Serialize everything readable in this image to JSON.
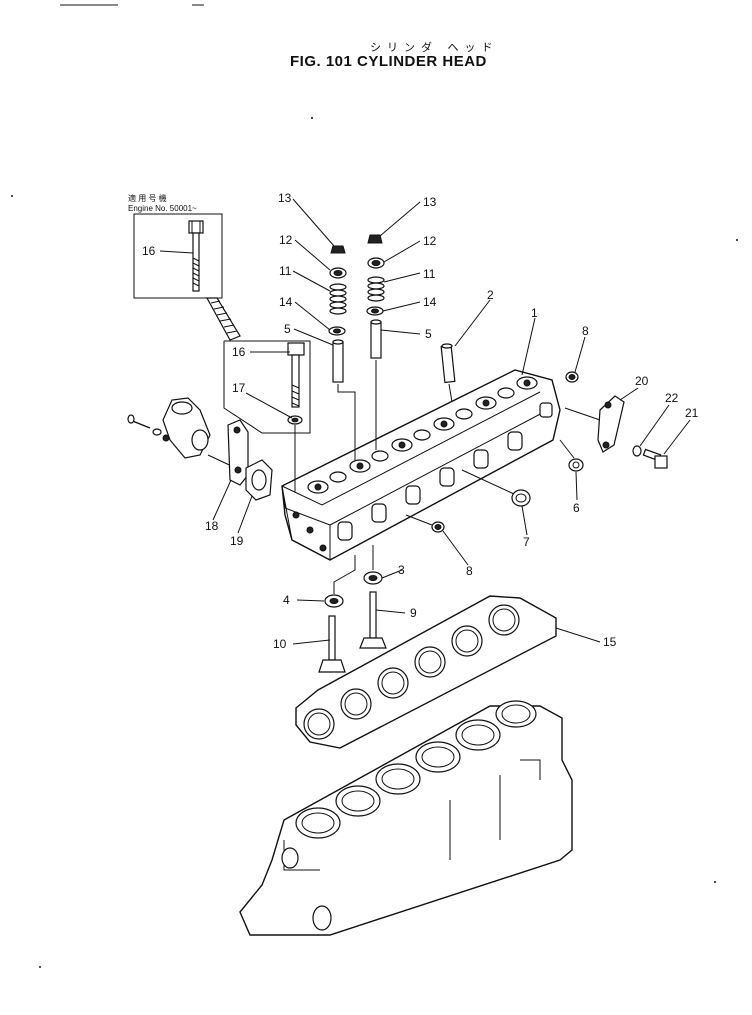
{
  "header": {
    "japanese_title": "シリンダ ヘッド",
    "figure_title": "FIG. 101 CYLINDER HEAD"
  },
  "inset": {
    "note_japanese": "適 用 号 機",
    "engine_number": "Engine No. 50001~"
  },
  "callouts": [
    {
      "id": "c-13-left",
      "label": "13"
    },
    {
      "id": "c-13-right",
      "label": "13"
    },
    {
      "id": "c-12-left",
      "label": "12"
    },
    {
      "id": "c-12-right",
      "label": "12"
    },
    {
      "id": "c-11-left",
      "label": "11"
    },
    {
      "id": "c-11-right",
      "label": "11"
    },
    {
      "id": "c-14-left",
      "label": "14"
    },
    {
      "id": "c-14-right",
      "label": "14"
    },
    {
      "id": "c-5-left",
      "label": "5"
    },
    {
      "id": "c-5-right",
      "label": "5"
    },
    {
      "id": "c-2",
      "label": "2"
    },
    {
      "id": "c-1",
      "label": "1"
    },
    {
      "id": "c-8-top",
      "label": "8"
    },
    {
      "id": "c-20",
      "label": "20"
    },
    {
      "id": "c-22",
      "label": "22"
    },
    {
      "id": "c-21",
      "label": "21"
    },
    {
      "id": "c-6",
      "label": "6"
    },
    {
      "id": "c-7",
      "label": "7"
    },
    {
      "id": "c-8-bottom",
      "label": "8"
    },
    {
      "id": "c-3",
      "label": "3"
    },
    {
      "id": "c-9",
      "label": "9"
    },
    {
      "id": "c-4",
      "label": "4"
    },
    {
      "id": "c-10",
      "label": "10"
    },
    {
      "id": "c-15",
      "label": "15"
    },
    {
      "id": "c-16-inset",
      "label": "16"
    },
    {
      "id": "c-16-box",
      "label": "16"
    },
    {
      "id": "c-17",
      "label": "17"
    },
    {
      "id": "c-18",
      "label": "18"
    },
    {
      "id": "c-19",
      "label": "19"
    }
  ]
}
